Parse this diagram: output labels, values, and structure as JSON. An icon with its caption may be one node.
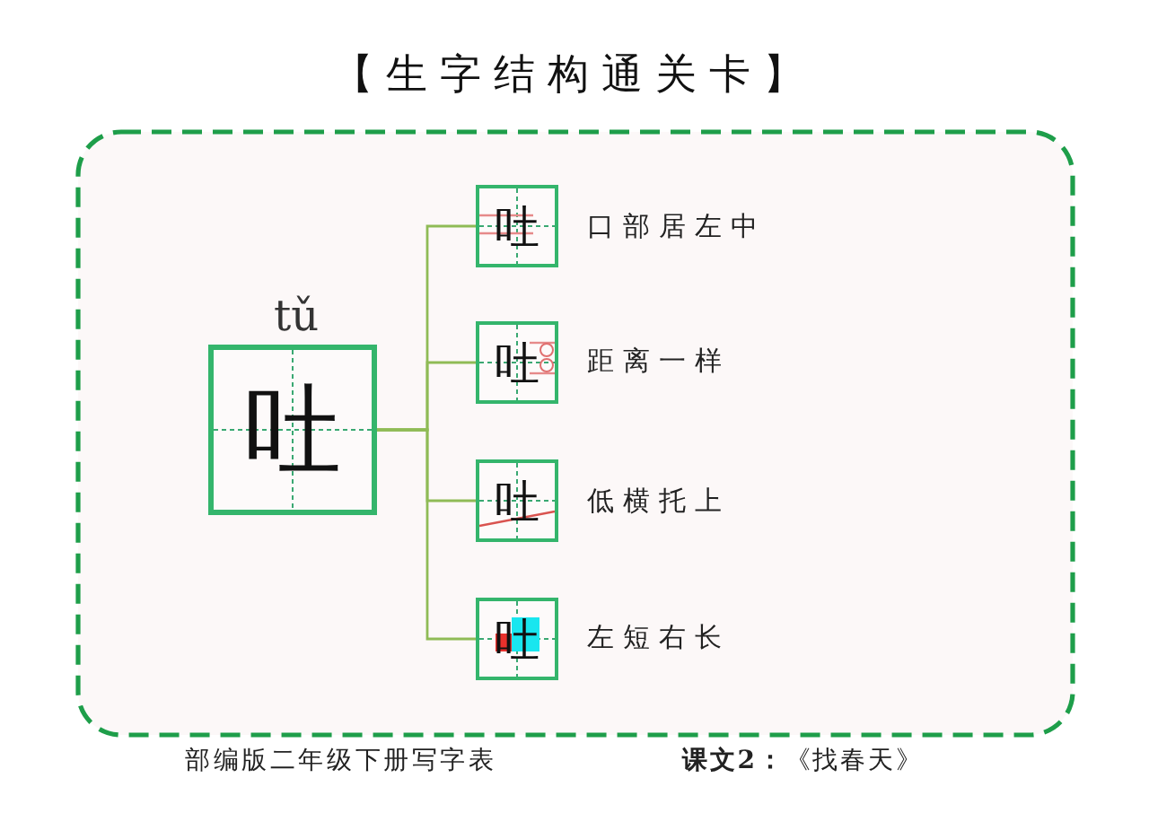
{
  "diagram": {
    "title": "【生字结构通关卡】",
    "nodes": [
      {
        "text": [
          "吐"
        ],
        "beside": [
          "tǔ"
        ]
      },
      {
        "text": [
          "吐"
        ],
        "beside": [
          "口部居左中"
        ]
      },
      {
        "text": [
          "吐"
        ],
        "beside": [
          "距离一样"
        ]
      },
      {
        "text": [
          "吐"
        ],
        "beside": [
          "低横托上"
        ]
      },
      {
        "text": [
          "吐"
        ],
        "beside": [
          "左短右长"
        ]
      }
    ],
    "edges": [
      {
        "from": 0,
        "to": 1,
        "arrow": "none"
      },
      {
        "from": 0,
        "to": 2,
        "arrow": "none"
      },
      {
        "from": 0,
        "to": 3,
        "arrow": "none"
      },
      {
        "from": 0,
        "to": 4,
        "arrow": "none"
      }
    ],
    "labels": [
      "部编版二年级下册写字表",
      "**课文2：**《找春天》"
    ]
  }
}
